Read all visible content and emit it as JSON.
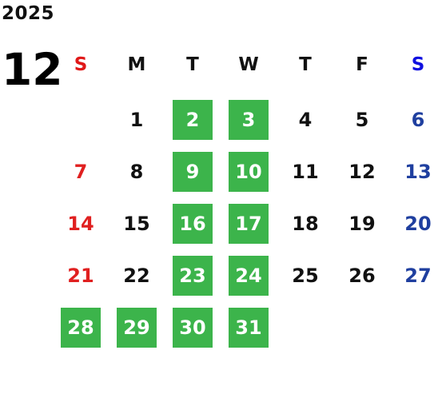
{
  "calendar": {
    "year": "2025",
    "month": "12",
    "weekdays": [
      {
        "label": "S",
        "kind": "sun"
      },
      {
        "label": "M",
        "kind": "week"
      },
      {
        "label": "T",
        "kind": "week"
      },
      {
        "label": "W",
        "kind": "week"
      },
      {
        "label": "T",
        "kind": "week"
      },
      {
        "label": "F",
        "kind": "week"
      },
      {
        "label": "S",
        "kind": "sat"
      }
    ],
    "weeks": [
      [
        null,
        {
          "n": "1"
        },
        {
          "n": "2",
          "hl": true
        },
        {
          "n": "3",
          "hl": true
        },
        {
          "n": "4"
        },
        {
          "n": "5"
        },
        {
          "n": "6"
        }
      ],
      [
        {
          "n": "7"
        },
        {
          "n": "8"
        },
        {
          "n": "9",
          "hl": true
        },
        {
          "n": "10",
          "hl": true
        },
        {
          "n": "11"
        },
        {
          "n": "12"
        },
        {
          "n": "13"
        }
      ],
      [
        {
          "n": "14"
        },
        {
          "n": "15"
        },
        {
          "n": "16",
          "hl": true
        },
        {
          "n": "17",
          "hl": true
        },
        {
          "n": "18"
        },
        {
          "n": "19"
        },
        {
          "n": "20"
        }
      ],
      [
        {
          "n": "21"
        },
        {
          "n": "22"
        },
        {
          "n": "23",
          "hl": true
        },
        {
          "n": "24",
          "hl": true
        },
        {
          "n": "25"
        },
        {
          "n": "26"
        },
        {
          "n": "27"
        }
      ],
      [
        {
          "n": "28",
          "hl": true
        },
        {
          "n": "29",
          "hl": true
        },
        {
          "n": "30",
          "hl": true
        },
        {
          "n": "31",
          "hl": true
        },
        null,
        null,
        null
      ]
    ]
  },
  "colors": {
    "highlight_bg": "#3cb44b",
    "highlight_text": "#ffffff",
    "default_text": "#111111",
    "sunday_header": "#e01818",
    "saturday_header": "#1010e0",
    "sunday_date": "#e02020",
    "saturday_date": "#1f3f9f"
  }
}
